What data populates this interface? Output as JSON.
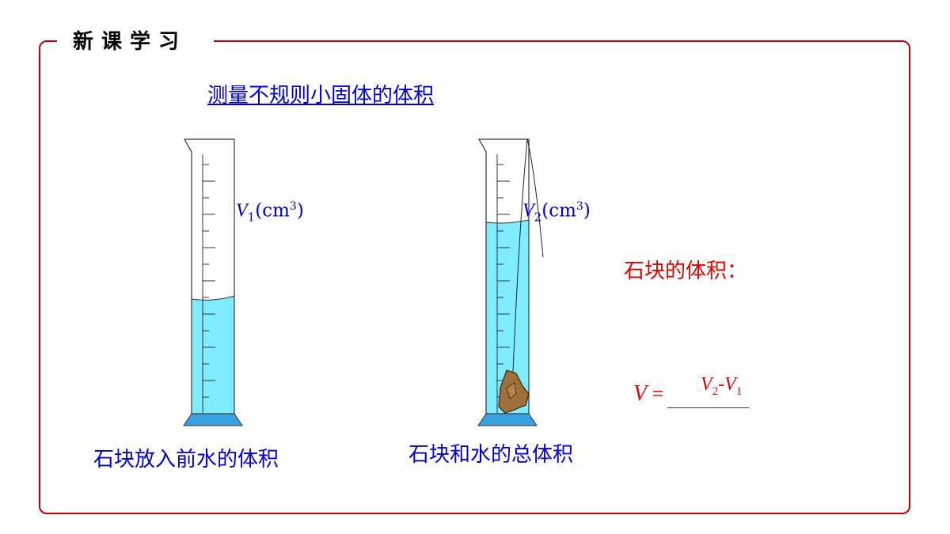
{
  "header": {
    "title": "新课学习"
  },
  "lesson": {
    "title": "测量不规则小固体的体积"
  },
  "cylinder_left": {
    "label_var": "V",
    "label_sub": "1",
    "label_unit_open": "(cm",
    "label_unit_sup": "3",
    "label_unit_close": ")",
    "caption": "石块放入前水的体积",
    "water_color": "#7fecff"
  },
  "cylinder_right": {
    "label_var": "V",
    "label_sub": "2",
    "label_unit_open": "(cm",
    "label_unit_sup": "3",
    "label_unit_close": ")",
    "caption": "石块和水的总体积",
    "water_color": "#7fecff",
    "stone_color": "#a0703a"
  },
  "result": {
    "label": "石块的体积：",
    "lhs": "V",
    "equals": "=",
    "a_var": "V",
    "a_sub": "2",
    "minus": "-",
    "b_var": "V",
    "b_sub": "1"
  },
  "colors": {
    "frame": "#c00000",
    "link": "#0000cc",
    "emphasis": "#e00000",
    "base": "#3aa0e0"
  }
}
